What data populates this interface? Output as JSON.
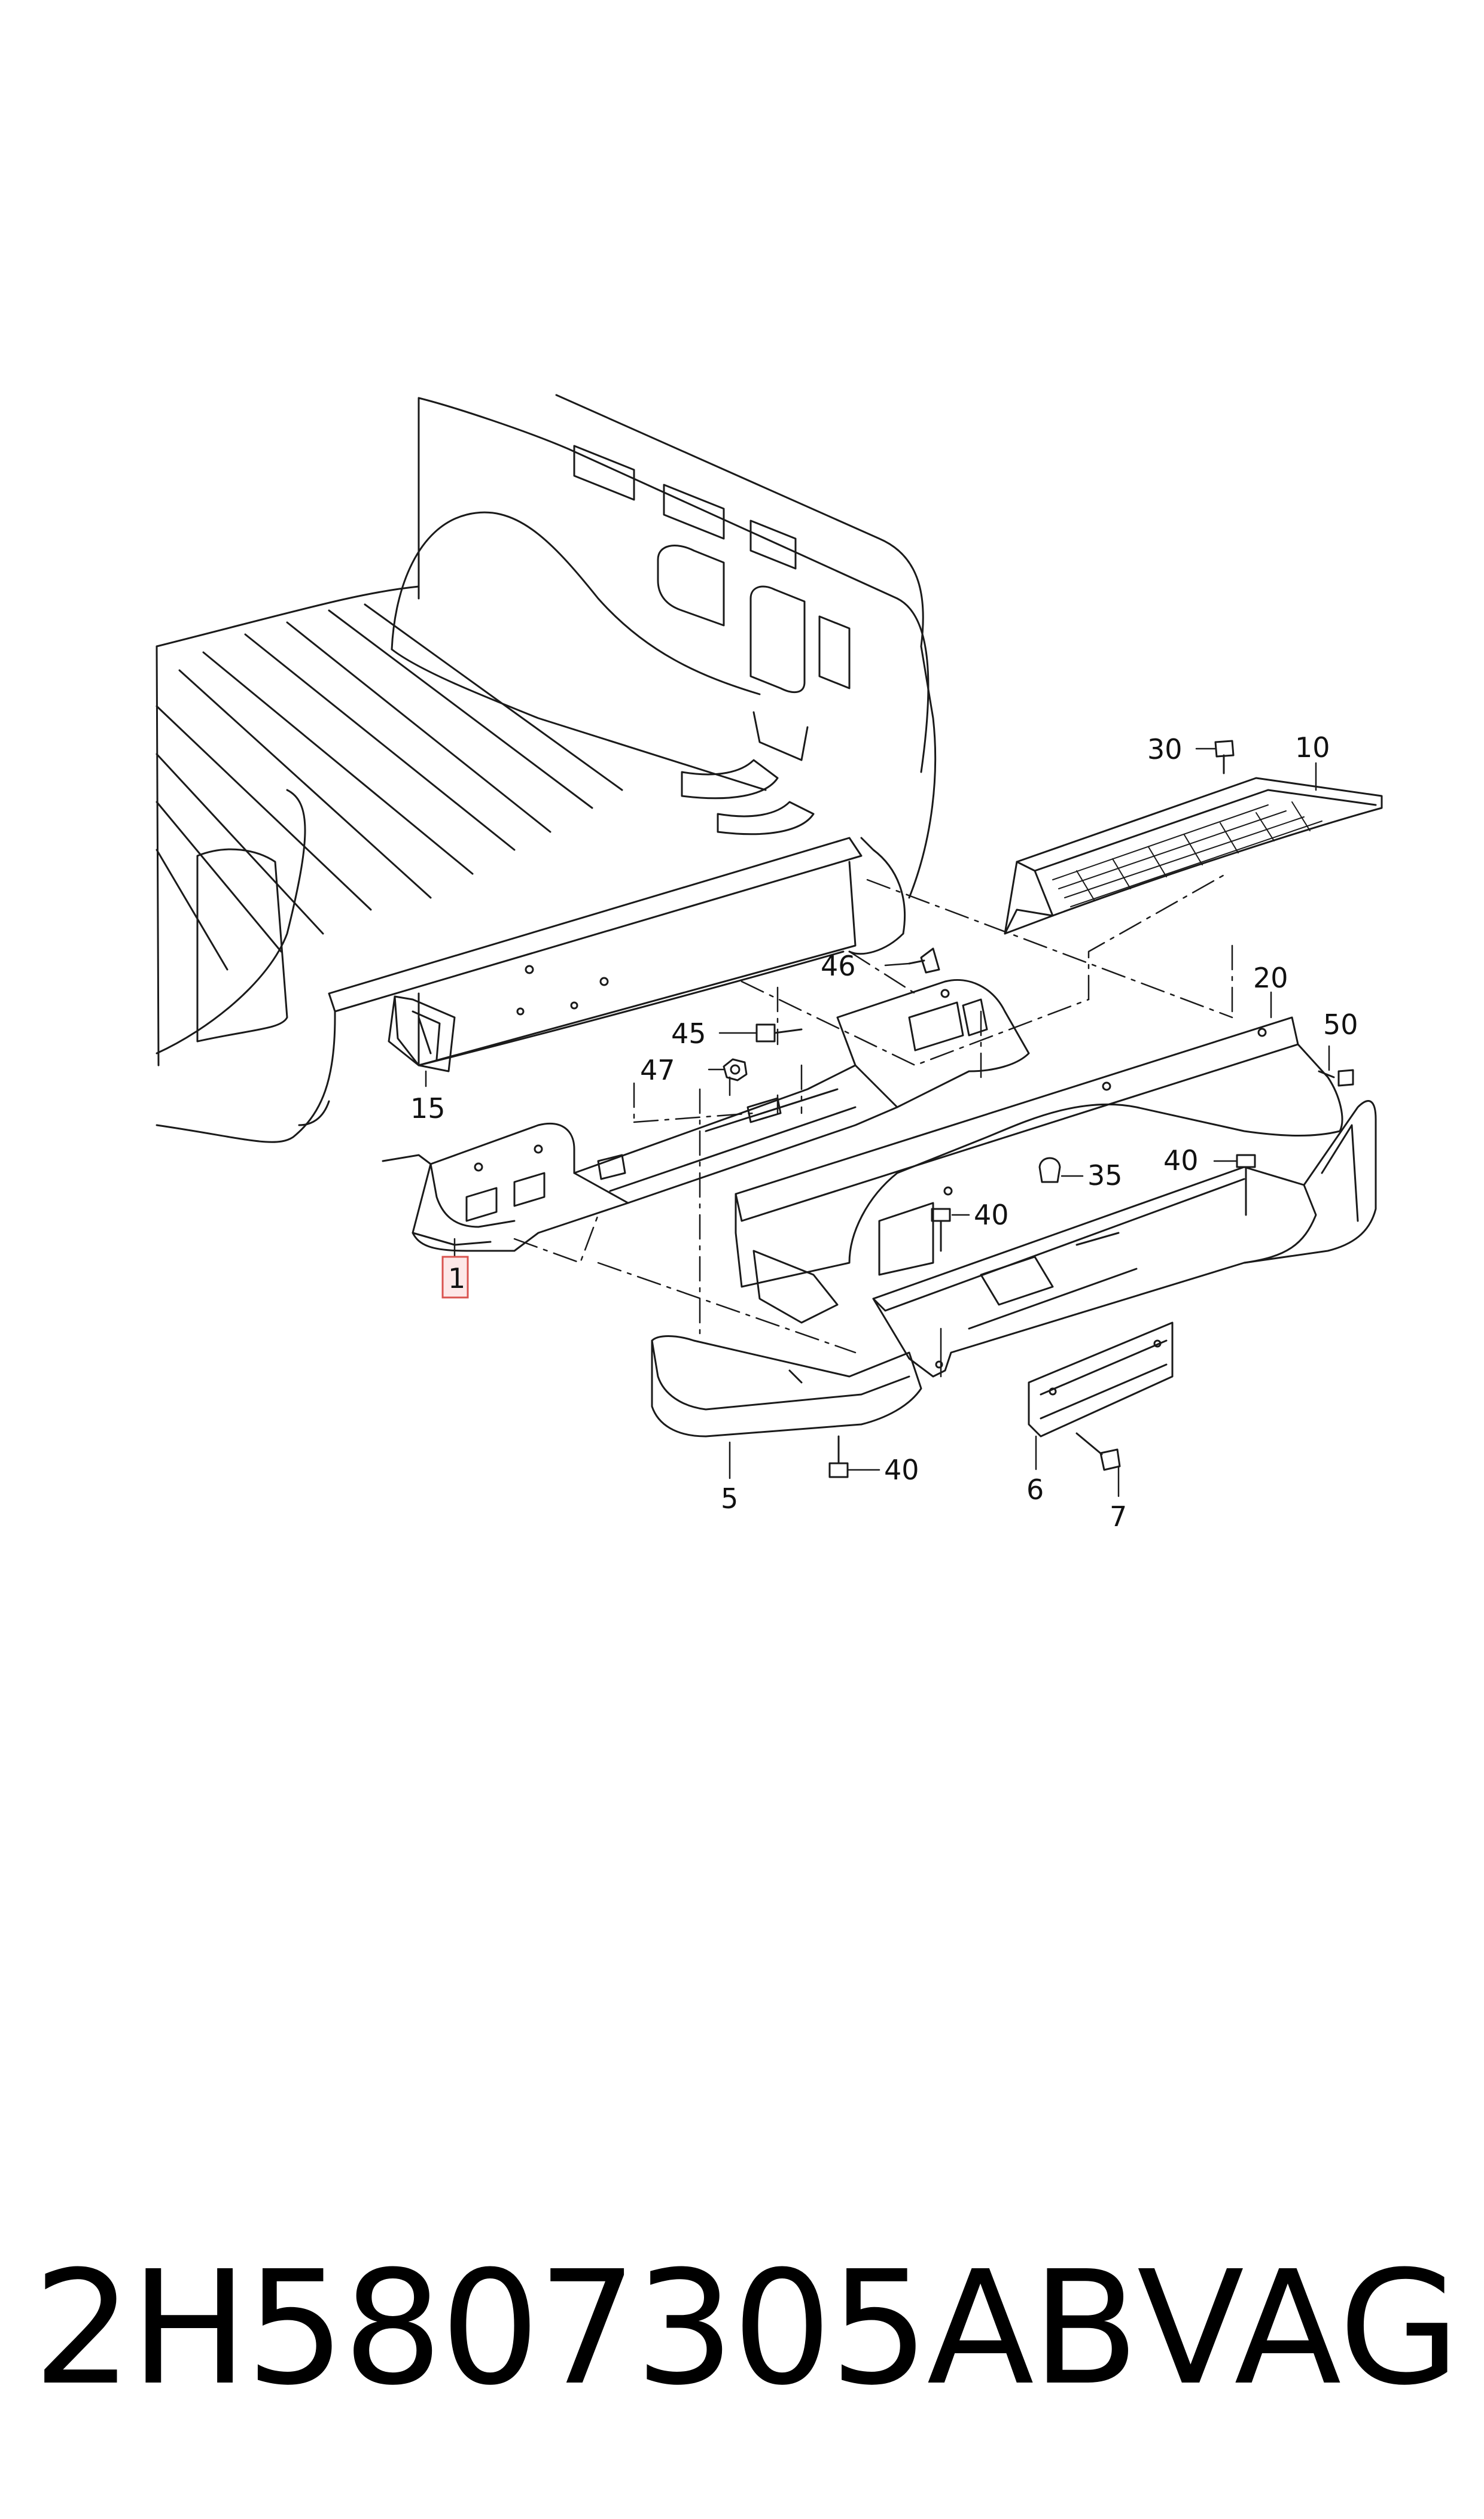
{
  "diagram": {
    "callouts": [
      {
        "id": "c30",
        "label": "30"
      },
      {
        "id": "c10",
        "label": "10"
      },
      {
        "id": "c46",
        "label": "46"
      },
      {
        "id": "c20",
        "label": "20"
      },
      {
        "id": "c50",
        "label": "50"
      },
      {
        "id": "c45",
        "label": "45"
      },
      {
        "id": "c47",
        "label": "47"
      },
      {
        "id": "c15",
        "label": "15"
      },
      {
        "id": "c1",
        "label": "1"
      },
      {
        "id": "c35",
        "label": "35"
      },
      {
        "id": "c40a",
        "label": "40"
      },
      {
        "id": "c40b",
        "label": "40"
      },
      {
        "id": "c40c",
        "label": "40"
      },
      {
        "id": "c5",
        "label": "5"
      },
      {
        "id": "c6",
        "label": "6"
      },
      {
        "id": "c7",
        "label": "7"
      }
    ],
    "highlighted_callout": "1",
    "colors": {
      "line": "#1a1a1a",
      "highlight": "#d9534f",
      "highlight_fill": "#fde8e8"
    }
  },
  "footer": {
    "part_number": "2H5807305AB",
    "brand": "VAG"
  }
}
